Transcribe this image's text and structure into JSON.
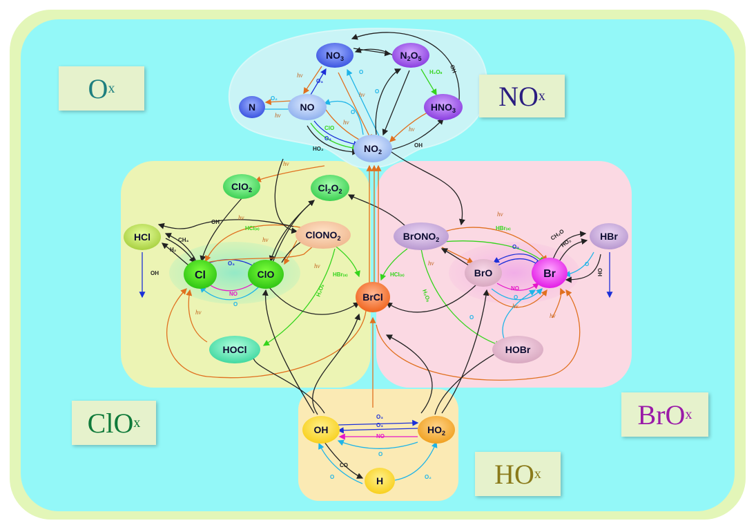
{
  "families": {
    "ox": {
      "main": "O",
      "sub": "x",
      "color": "#1e7f7f"
    },
    "nox": {
      "main": "NO",
      "sub": "x",
      "color": "#2a1d80"
    },
    "clox": {
      "main": "ClO",
      "sub": "x",
      "color": "#0f7a3a"
    },
    "brox": {
      "main": "BrO",
      "sub": "x",
      "color": "#9a1aa8"
    },
    "hox": {
      "main": "HO",
      "sub": "x",
      "color": "#8a7a1a"
    }
  },
  "species": {
    "no3": {
      "main": "NO",
      "sub": "3"
    },
    "n2o5": {
      "main": "N",
      "sub": "2",
      "main2": "O",
      "sub2": "5"
    },
    "n": {
      "main": "N"
    },
    "no": {
      "main": "NO"
    },
    "hno3": {
      "main": "HNO",
      "sub": "3"
    },
    "no2": {
      "main": "NO",
      "sub": "2"
    },
    "clo2": {
      "main": "ClO",
      "sub": "2"
    },
    "cl2o2": {
      "main": "Cl",
      "sub": "2",
      "main2": "O",
      "sub2": "2"
    },
    "hcl": {
      "main": "HCl"
    },
    "clono2": {
      "main": "ClONO",
      "sub": "2"
    },
    "cl": {
      "main": "Cl"
    },
    "clo": {
      "main": "ClO"
    },
    "brcl": {
      "main": "BrCl"
    },
    "hocl": {
      "main": "HOCl"
    },
    "brono2": {
      "main": "BrONO",
      "sub": "2"
    },
    "bro": {
      "main": "BrO"
    },
    "br": {
      "main": "Br"
    },
    "hbr": {
      "main": "HBr"
    },
    "hobr": {
      "main": "HOBr"
    },
    "oh": {
      "main": "OH"
    },
    "ho2": {
      "main": "HO",
      "sub": "2"
    },
    "h": {
      "main": "H"
    }
  },
  "labels": {
    "hv": "hν",
    "o": "O",
    "o3": "O₃",
    "oh": "OH",
    "no": "NO",
    "ho2": "HO₂",
    "clo": "ClO",
    "h2o_s": "H₂Oₛ",
    "ch4": "CH₄",
    "h2": "H₂",
    "hcl_s": "HCl₍ₛ₎",
    "hbr_s": "HBr₍ₛ₎",
    "ch2o": "CH₂O",
    "co": "CO",
    "o2": "O₂"
  },
  "colors": {
    "background": "#93f8f8",
    "frame": "#e3f6b8",
    "nox_region": "#c9f4f6",
    "clox_region": "#ecf4b4",
    "brox_region": "#fbd9e3",
    "hox_region": "#fbeab4",
    "hv_arrow": "#e0701f",
    "o_arrow": "#1eb4e8",
    "o3_arrow": "#1b2fd8",
    "no_arrow": "#e616c8",
    "clo_arrow": "#34d41c",
    "other_arrow": "#222222"
  }
}
